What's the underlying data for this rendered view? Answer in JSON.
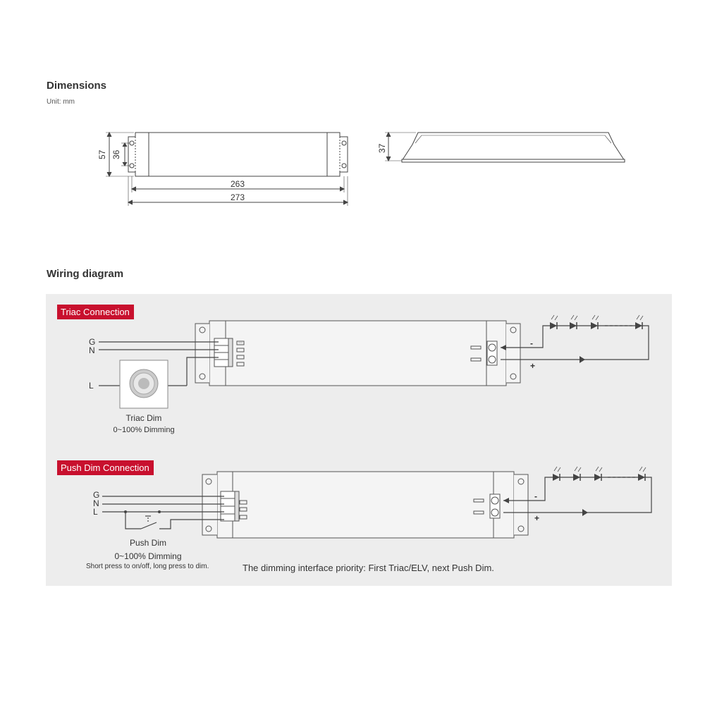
{
  "dimensions": {
    "title": "Dimensions",
    "unit": "Unit: mm",
    "width_inner": "263",
    "width_outer": "273",
    "height_outer": "57",
    "height_inner": "36",
    "side_height": "37"
  },
  "wiring": {
    "title": "Wiring diagram",
    "triac": {
      "tag": "Triac Connection",
      "g": "G",
      "n": "N",
      "l": "L",
      "dimmer_name": "Triac Dim",
      "dimmer_range": "0~100% Dimming",
      "led_minus": "-",
      "led_plus": "+"
    },
    "push": {
      "tag": "Push Dim Connection",
      "g": "G",
      "n": "N",
      "l": "L",
      "dimmer_name": "Push Dim",
      "dimmer_range": "0~100% Dimming",
      "dimmer_note": "Short press to on/off, long press to dim.",
      "led_minus": "-",
      "led_plus": "+"
    },
    "priority_note": "The dimming interface priority: First Triac/ELV, next Push Dim."
  }
}
